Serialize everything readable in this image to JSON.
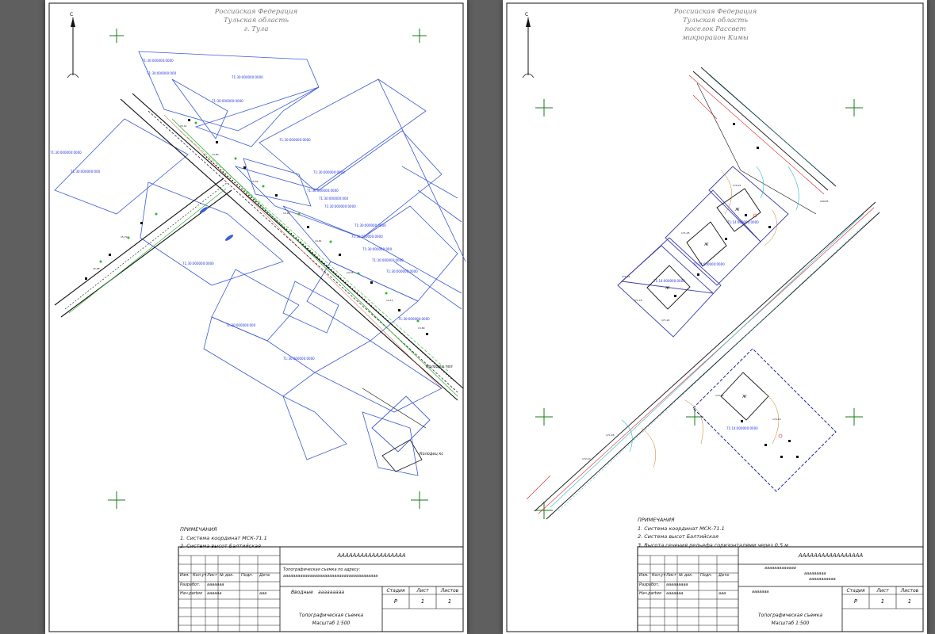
{
  "sheets": [
    {
      "header": [
        "Российская Федерация",
        "Тульская область",
        "г. Тула"
      ],
      "notes": {
        "heading": "ПРИМЕЧАНИЯ",
        "items": [
          "1. Система координат МСК-71.1",
          "2. Система высот Балтийская"
        ]
      },
      "titleblock": {
        "code": "АААААААААААААААААА",
        "subject": "Топографическая съемка по адресу:",
        "subject_address": "ааааааааааааааааааааааааааааааааааааааа",
        "col_headers": [
          "Изм.",
          "Кол.уч",
          "Лист",
          "№ док.",
          "Подп.",
          "Дата"
        ],
        "row1_role": "Разработ.",
        "row1_name": "ааааааа",
        "row2_role": "Нач.partия",
        "row2_name": "аааааа",
        "row2_date": "ааа",
        "stage_headers": [
          "Стадия",
          "Лист",
          "Листов"
        ],
        "stage_values": [
          "Р",
          "1",
          "1"
        ],
        "object_label": "Вводные",
        "object_value": "ааааааааа",
        "drawing_title": "Топографическая съемка",
        "scale": "Масштаб 1:500"
      },
      "map_labels": {
        "well1": "Колодец тел",
        "well2": "Колодец кс"
      },
      "parcels": [
        "71:30:000000:0000",
        "71:30:000000:000",
        "71:30:000000:0000",
        "71:30:000000:0000",
        "71:30:000000:0000",
        "71:30:000000:000",
        "71:30:000000:0000",
        "71:30:000000:0000",
        "71:30:000000:0000",
        "71:30:000000:000",
        "71:30:000000:0000",
        "71:30:000000:0000",
        "71:30:000000:0000",
        "71:30:000000:000",
        "71:30:000000:0000",
        "71:30:000000:0000",
        "71:30:000000:0000",
        "71:30:000000:000",
        "71:30:000000:0000",
        "71:30:000000:0000"
      ]
    },
    {
      "header": [
        "Российская Федерация",
        "Тульская область",
        "поселок Рассвет",
        "микрорайон Кимы"
      ],
      "notes": {
        "heading": "ПРИМЕЧАНИЯ",
        "items": [
          "1. Система координат МСК-71.1",
          "2. Система высот Балтийская",
          "3. Высота сечения рельефа горизонталями через 0,5 м"
        ]
      },
      "titleblock": {
        "code": "ААААААААААААААААА",
        "subject_lines": [
          "ааааааааааааа",
          "ааааааааа",
          "ааааааааааа",
          "ааааааа"
        ],
        "col_headers": [
          "Изм.",
          "Кол.уч",
          "Лист",
          "№ док.",
          "Подп.",
          "Дата"
        ],
        "row1_role": "Разработ.",
        "row1_name": "ааааааааа",
        "row2_role": "Нач.partия",
        "row2_name": "ааааааа",
        "row2_date": "ааа",
        "stage_headers": [
          "Стадия",
          "Лист",
          "Листов"
        ],
        "stage_values": [
          "Р",
          "1",
          "1"
        ],
        "drawing_title": "Топографическая съемка",
        "scale": "Масштаб 1:500"
      },
      "parcels": [
        "71:14:000000:0000",
        "71:14:000000:0000",
        "71:14:000000:0000",
        "71:14:000000:0000"
      ],
      "building_labels": [
        "Ж",
        "Ж",
        "Ж",
        "Ж"
      ]
    }
  ],
  "colors": {
    "background": "#5f5f5f",
    "sheet": "#ffffff",
    "parcel_lines": "#3b5bd6",
    "road": "#111111",
    "vegetation": "#33b233",
    "utility_red": "#dd2222",
    "water": "#22b8cc",
    "header_text": "#7b7b7b"
  },
  "icons": [
    "north-arrow-icon",
    "coordinate-cross-icon"
  ]
}
